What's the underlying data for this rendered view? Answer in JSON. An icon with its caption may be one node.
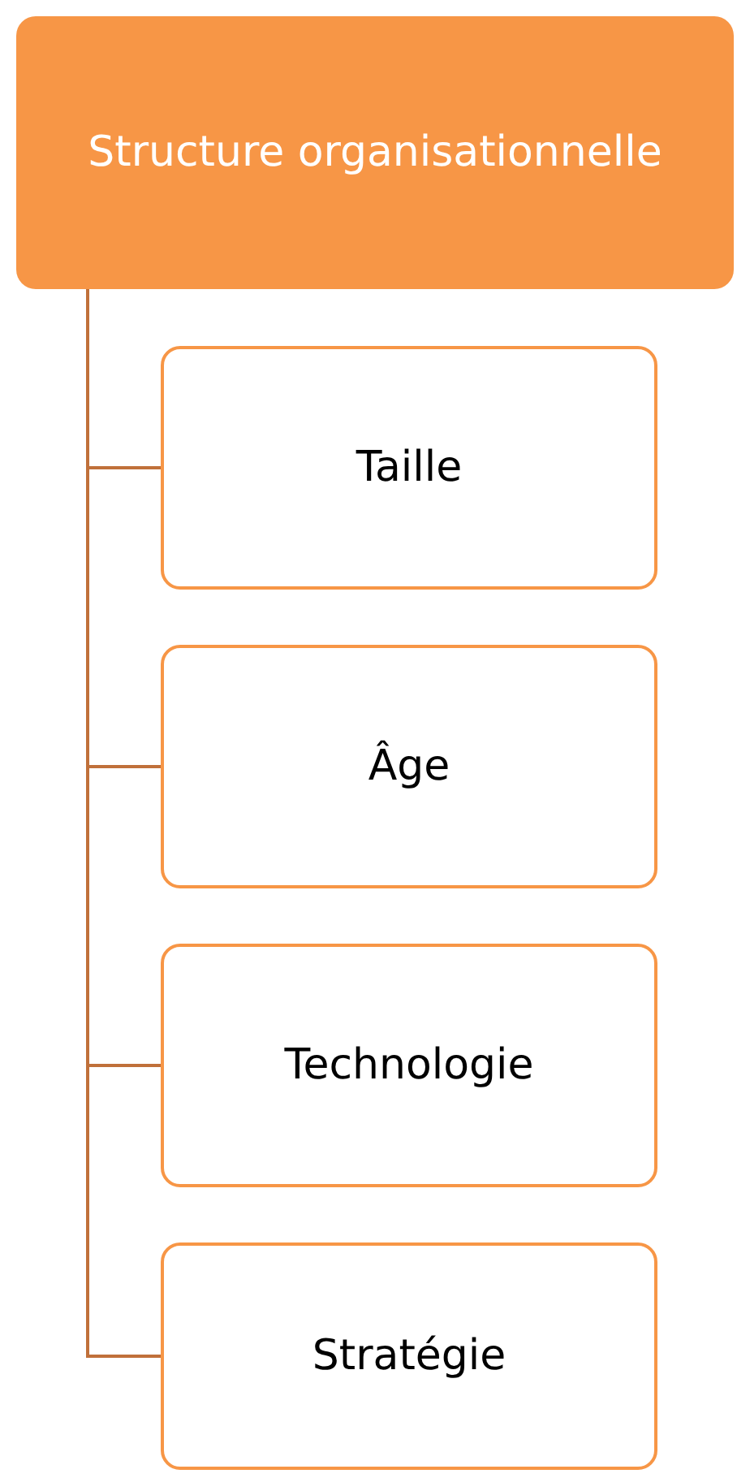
{
  "diagram": {
    "nodes": [
      {
        "text": [
          "Structure organisationnelle"
        ]
      },
      {
        "text": [
          "Taille"
        ]
      },
      {
        "text": [
          "Âge"
        ]
      },
      {
        "text": [
          "Technologie"
        ]
      },
      {
        "text": [
          "Stratégie"
        ]
      }
    ],
    "edges": [
      {
        "from": 0,
        "to": 1,
        "arrow": "none"
      },
      {
        "from": 0,
        "to": 2,
        "arrow": "none"
      },
      {
        "from": 0,
        "to": 3,
        "arrow": "none"
      },
      {
        "from": 0,
        "to": 4,
        "arrow": "none"
      }
    ]
  }
}
